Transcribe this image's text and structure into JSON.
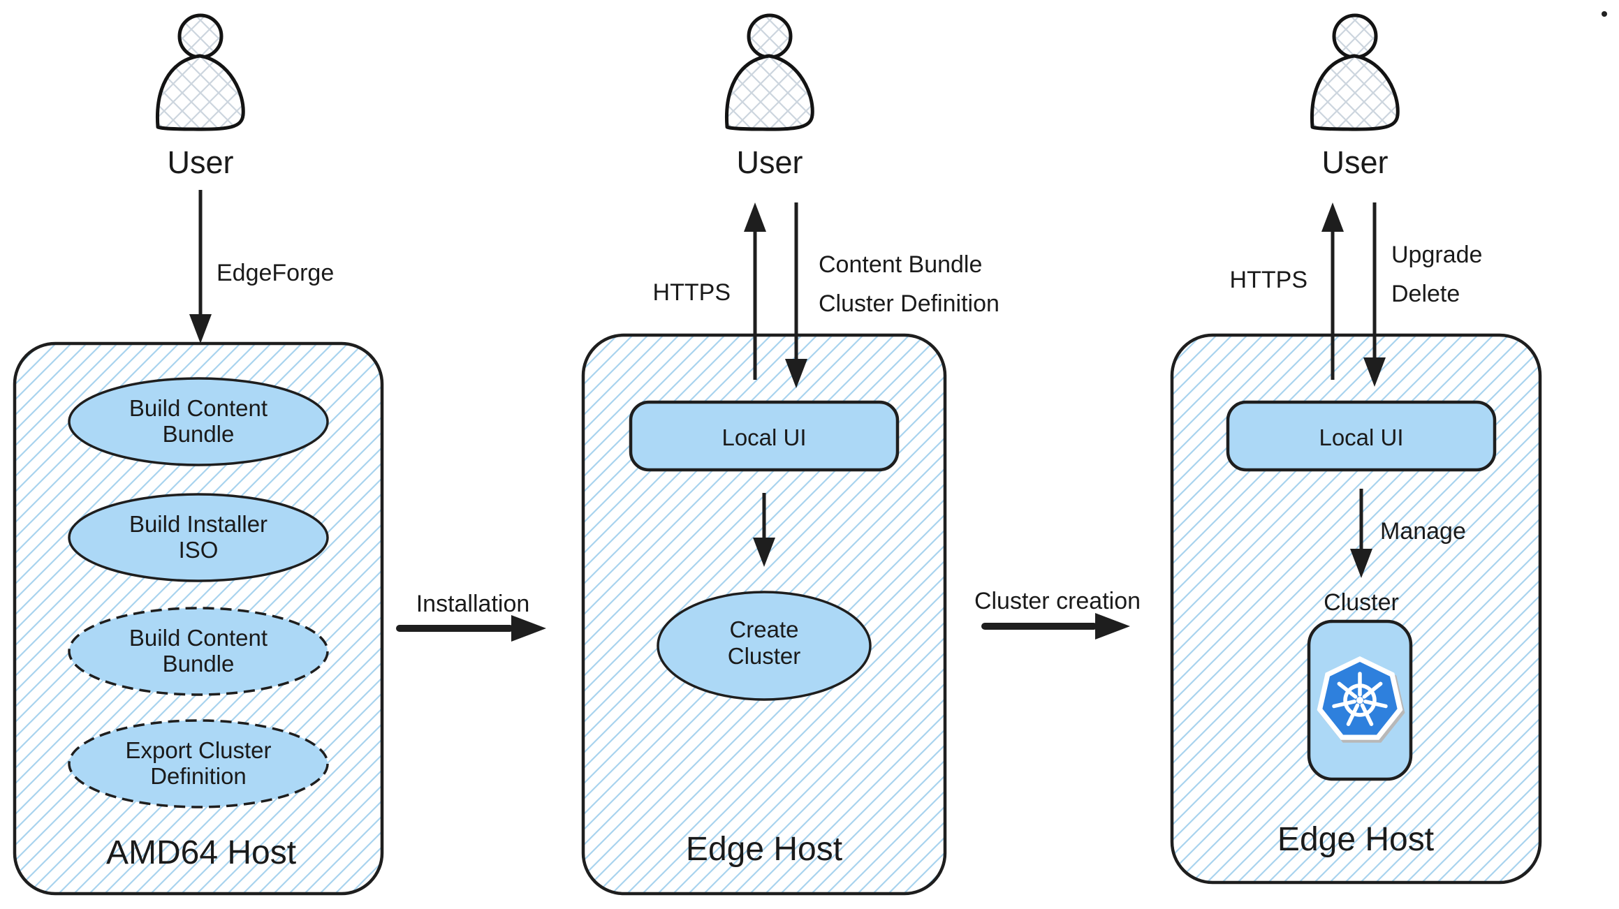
{
  "icons": {
    "actor": "person-icon",
    "cluster": "kubernetes-icon"
  },
  "colors": {
    "node_fill": "#acd8f6",
    "hatch_line": "#a8d3ee",
    "outline": "#1e1e1e",
    "text": "#1a1a1a",
    "kubernetes_blue": "#2e80dd",
    "person_hatch": "#ccd5de"
  },
  "actors": {
    "left": {
      "label": "User"
    },
    "middle": {
      "label": "User"
    },
    "right": {
      "label": "User"
    }
  },
  "amd64_host": {
    "title": "AMD64 Host",
    "inbound_arrow_label": "EdgeForge",
    "nodes": [
      {
        "line1": "Build Content",
        "line2": "Bundle",
        "border": "solid"
      },
      {
        "line1": "Build Installer",
        "line2": "ISO",
        "border": "solid"
      },
      {
        "line1": "Build Content",
        "line2": "Bundle",
        "border": "dashed"
      },
      {
        "line1": "Export Cluster",
        "line2": "Definition",
        "border": "dashed"
      }
    ]
  },
  "flows": {
    "installation": "Installation",
    "cluster_creation": "Cluster creation"
  },
  "edge_host_middle": {
    "title": "Edge Host",
    "up_arrow_label": "HTTPS",
    "down_arrow_labels": {
      "line1": "Content Bundle",
      "line2": "Cluster Definition"
    },
    "local_ui": "Local UI",
    "create_cluster": {
      "line1": "Create",
      "line2": "Cluster"
    }
  },
  "edge_host_right": {
    "title": "Edge Host",
    "up_arrow_label": "HTTPS",
    "down_arrow_labels": {
      "line1": "Upgrade",
      "line2": "Delete"
    },
    "local_ui": "Local UI",
    "manage_arrow_label": "Manage",
    "cluster_label": "Cluster"
  }
}
